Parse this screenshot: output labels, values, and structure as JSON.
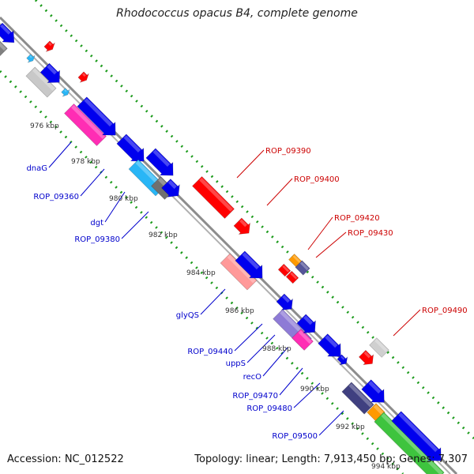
{
  "title": "Rhodococcus opacus B4, complete genome",
  "footer": {
    "accession": "Accession: NC_012522",
    "summary": "Topology: linear; Length: 7,913,450 bp; Genes: 7,307"
  },
  "colors": {
    "backbone": "#999999",
    "dots_forward": "#1a9a1a",
    "dots_reverse": "#1a9a1a",
    "label_blue": "#0000cc",
    "label_red": "#cc0000",
    "tick_text": "#333333"
  },
  "ticks": [
    {
      "label": "976 kbp"
    },
    {
      "label": "978 kbp"
    },
    {
      "label": "980 kbp"
    },
    {
      "label": "982 kbp"
    },
    {
      "label": "984 kbp"
    },
    {
      "label": "986 kbp"
    },
    {
      "label": "988 kbp"
    },
    {
      "label": "990 kbp"
    },
    {
      "label": "992 kbp"
    },
    {
      "label": "994 kbp"
    }
  ],
  "labels_blue": [
    {
      "text": "dnaG"
    },
    {
      "text": "ROP_09360"
    },
    {
      "text": "dgt"
    },
    {
      "text": "ROP_09380"
    },
    {
      "text": "glyQS"
    },
    {
      "text": "ROP_09440"
    },
    {
      "text": "uppS"
    },
    {
      "text": "recO"
    },
    {
      "text": "ROP_09470"
    },
    {
      "text": "ROP_09480"
    },
    {
      "text": "ROP_09500"
    }
  ],
  "labels_red": [
    {
      "text": "ROP_09390"
    },
    {
      "text": "ROP_09400"
    },
    {
      "text": "ROP_09420"
    },
    {
      "text": "ROP_09430"
    },
    {
      "text": "ROP_09490"
    }
  ]
}
